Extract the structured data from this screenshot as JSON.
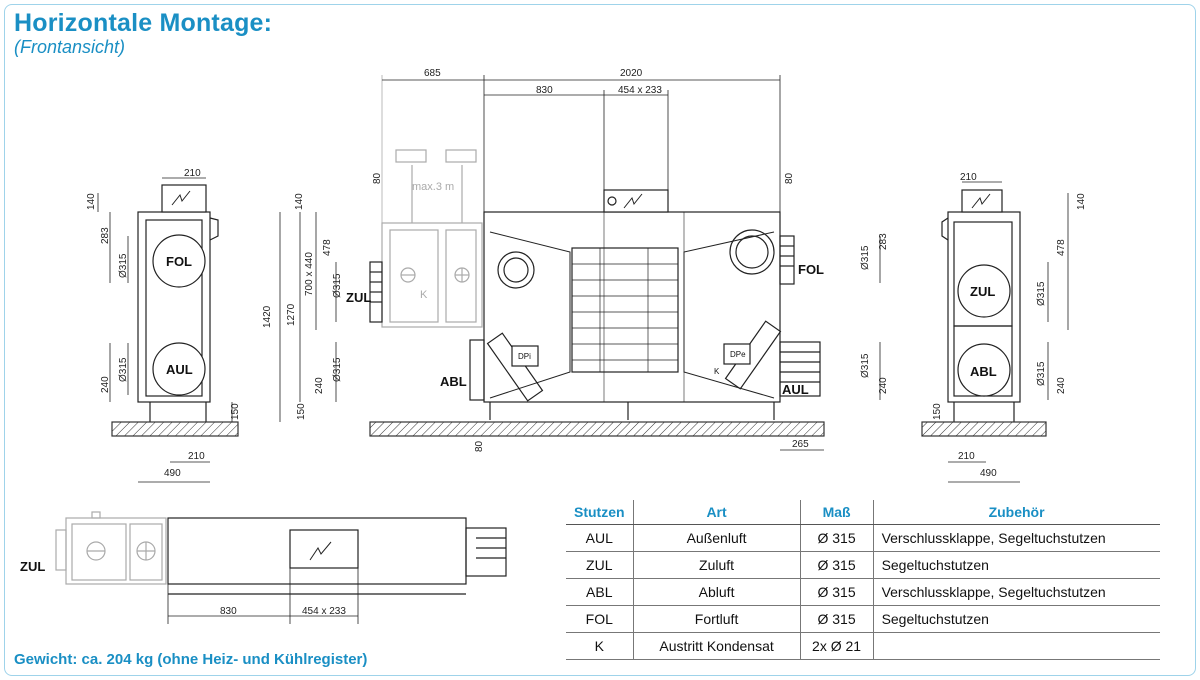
{
  "header": {
    "title": "Horizontale Montage:",
    "subtitle": "(Frontansicht)"
  },
  "footer": {
    "weight": "Gewicht: ca. 204 kg (ohne Heiz- und Kühlregister)"
  },
  "dimensions": {
    "total_width": "2020",
    "offset_left": "685",
    "section": "830",
    "flange": "454 x 233",
    "height_total": "1420",
    "height_body": "1270",
    "inner": "700 x 440",
    "top_140": "140",
    "d_210": "210",
    "d_283": "283",
    "d_478": "478",
    "d_240": "240",
    "d_150": "150",
    "d_490": "490",
    "d_80": "80",
    "d_265": "265",
    "dia": "Ø315",
    "max": "max.3 m"
  },
  "labels": {
    "fol": "FOL",
    "aul": "AUL",
    "zul": "ZUL",
    "abl": "ABL",
    "k": "K",
    "dpi": "DPi",
    "dpe": "DPe"
  },
  "table": {
    "headers": [
      "Stutzen",
      "Art",
      "Maß",
      "Zubehör"
    ],
    "rows": [
      [
        "AUL",
        "Außenluft",
        "Ø 315",
        "Verschlussklappe, Segeltuchstutzen"
      ],
      [
        "ZUL",
        "Zuluft",
        "Ø 315",
        "Segeltuchstutzen"
      ],
      [
        "ABL",
        "Abluft",
        "Ø 315",
        "Verschlussklappe, Segeltuchstutzen"
      ],
      [
        "FOL",
        "Fortluft",
        "Ø 315",
        "Segeltuchstutzen"
      ],
      [
        "K",
        "Austritt Kondensat",
        "2x Ø 21",
        ""
      ]
    ]
  }
}
